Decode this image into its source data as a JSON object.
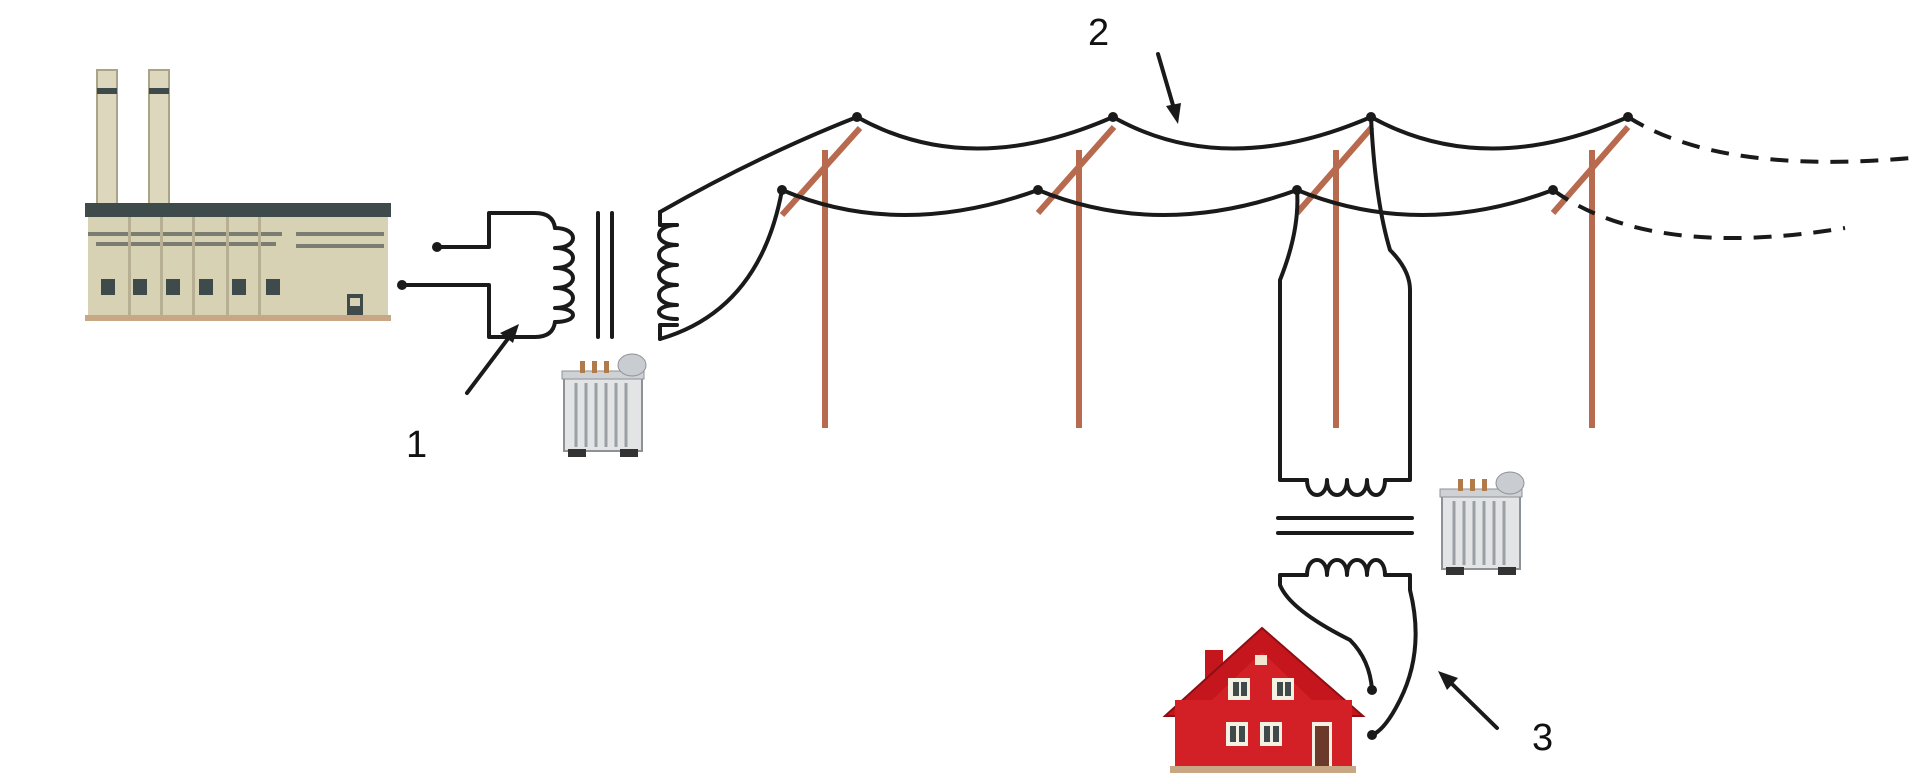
{
  "labels": {
    "step_up_transformer": "1",
    "transmission_line": "2",
    "step_down_transformer": "3"
  },
  "colors": {
    "wire": "#1a1a1a",
    "pole": "#b86a4f",
    "house_wall": "#d32026",
    "house_roof": "#c4161c",
    "plant_wall": "#d8d2b4",
    "plant_roof": "#3f4a4a",
    "transformer_body": "#e2e4e6"
  },
  "icons": [
    "power-plant-icon",
    "transformer-icon",
    "house-icon"
  ]
}
